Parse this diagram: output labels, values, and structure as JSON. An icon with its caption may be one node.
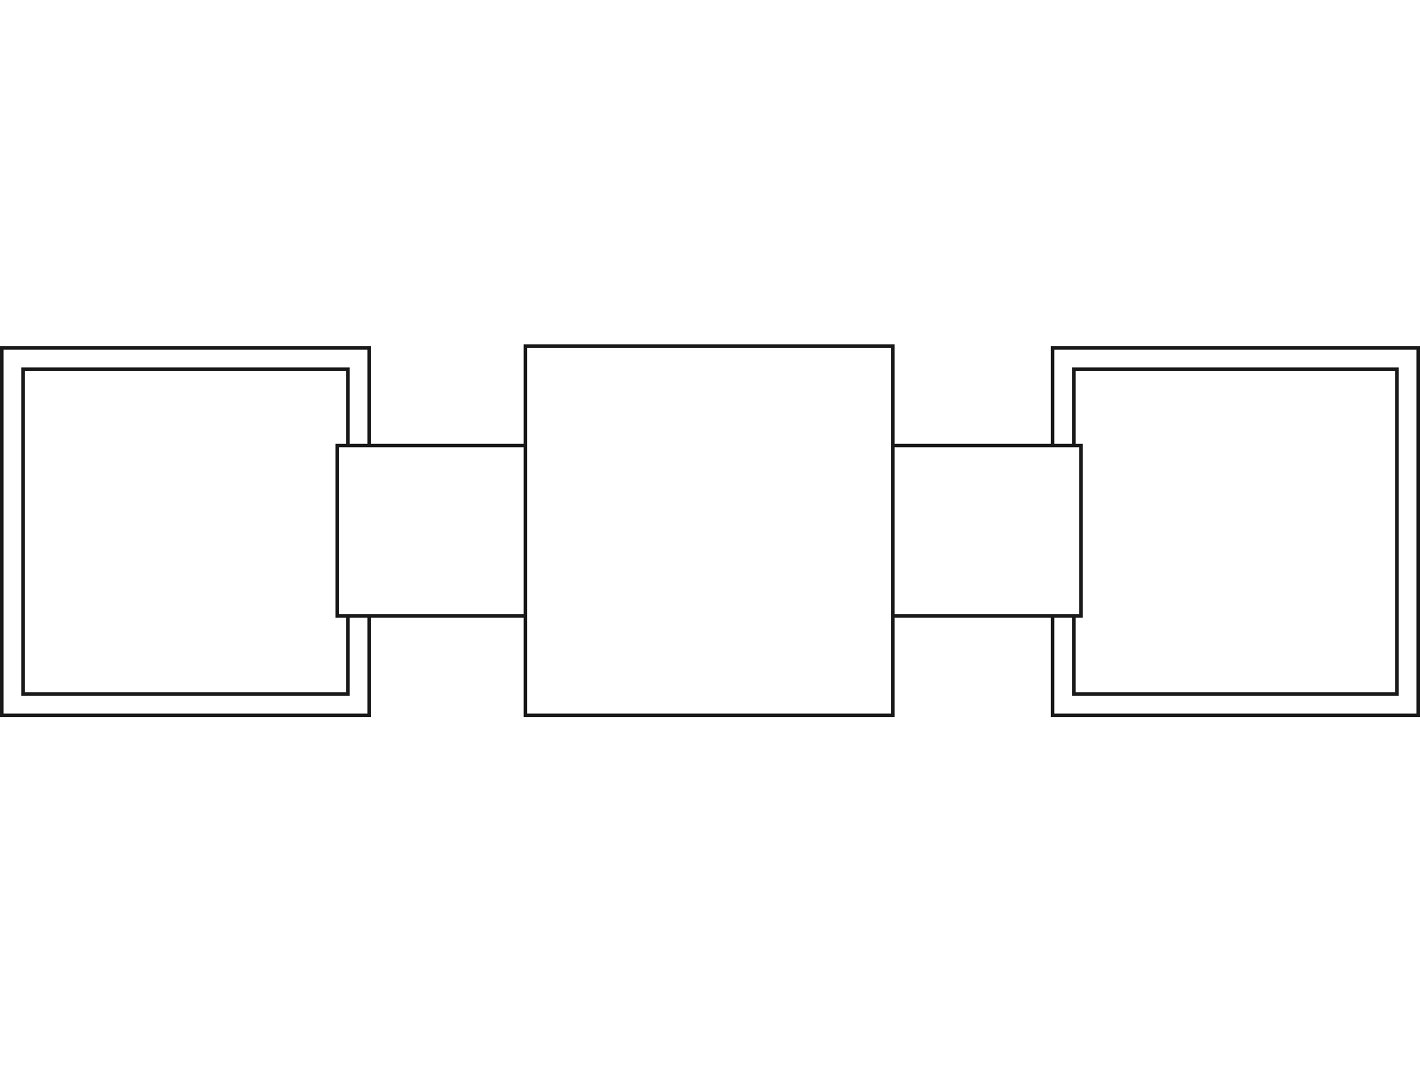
{
  "diagram": {
    "nodes": [
      {
        "text": [],
        "shape": "box"
      },
      {
        "text": [],
        "shape": "box",
        "in": 0
      },
      {
        "text": [],
        "shape": "box"
      },
      {
        "text": [],
        "shape": "box"
      },
      {
        "text": [],
        "shape": "box"
      },
      {
        "text": [],
        "shape": "box"
      },
      {
        "text": [],
        "shape": "box",
        "in": 5
      }
    ]
  }
}
